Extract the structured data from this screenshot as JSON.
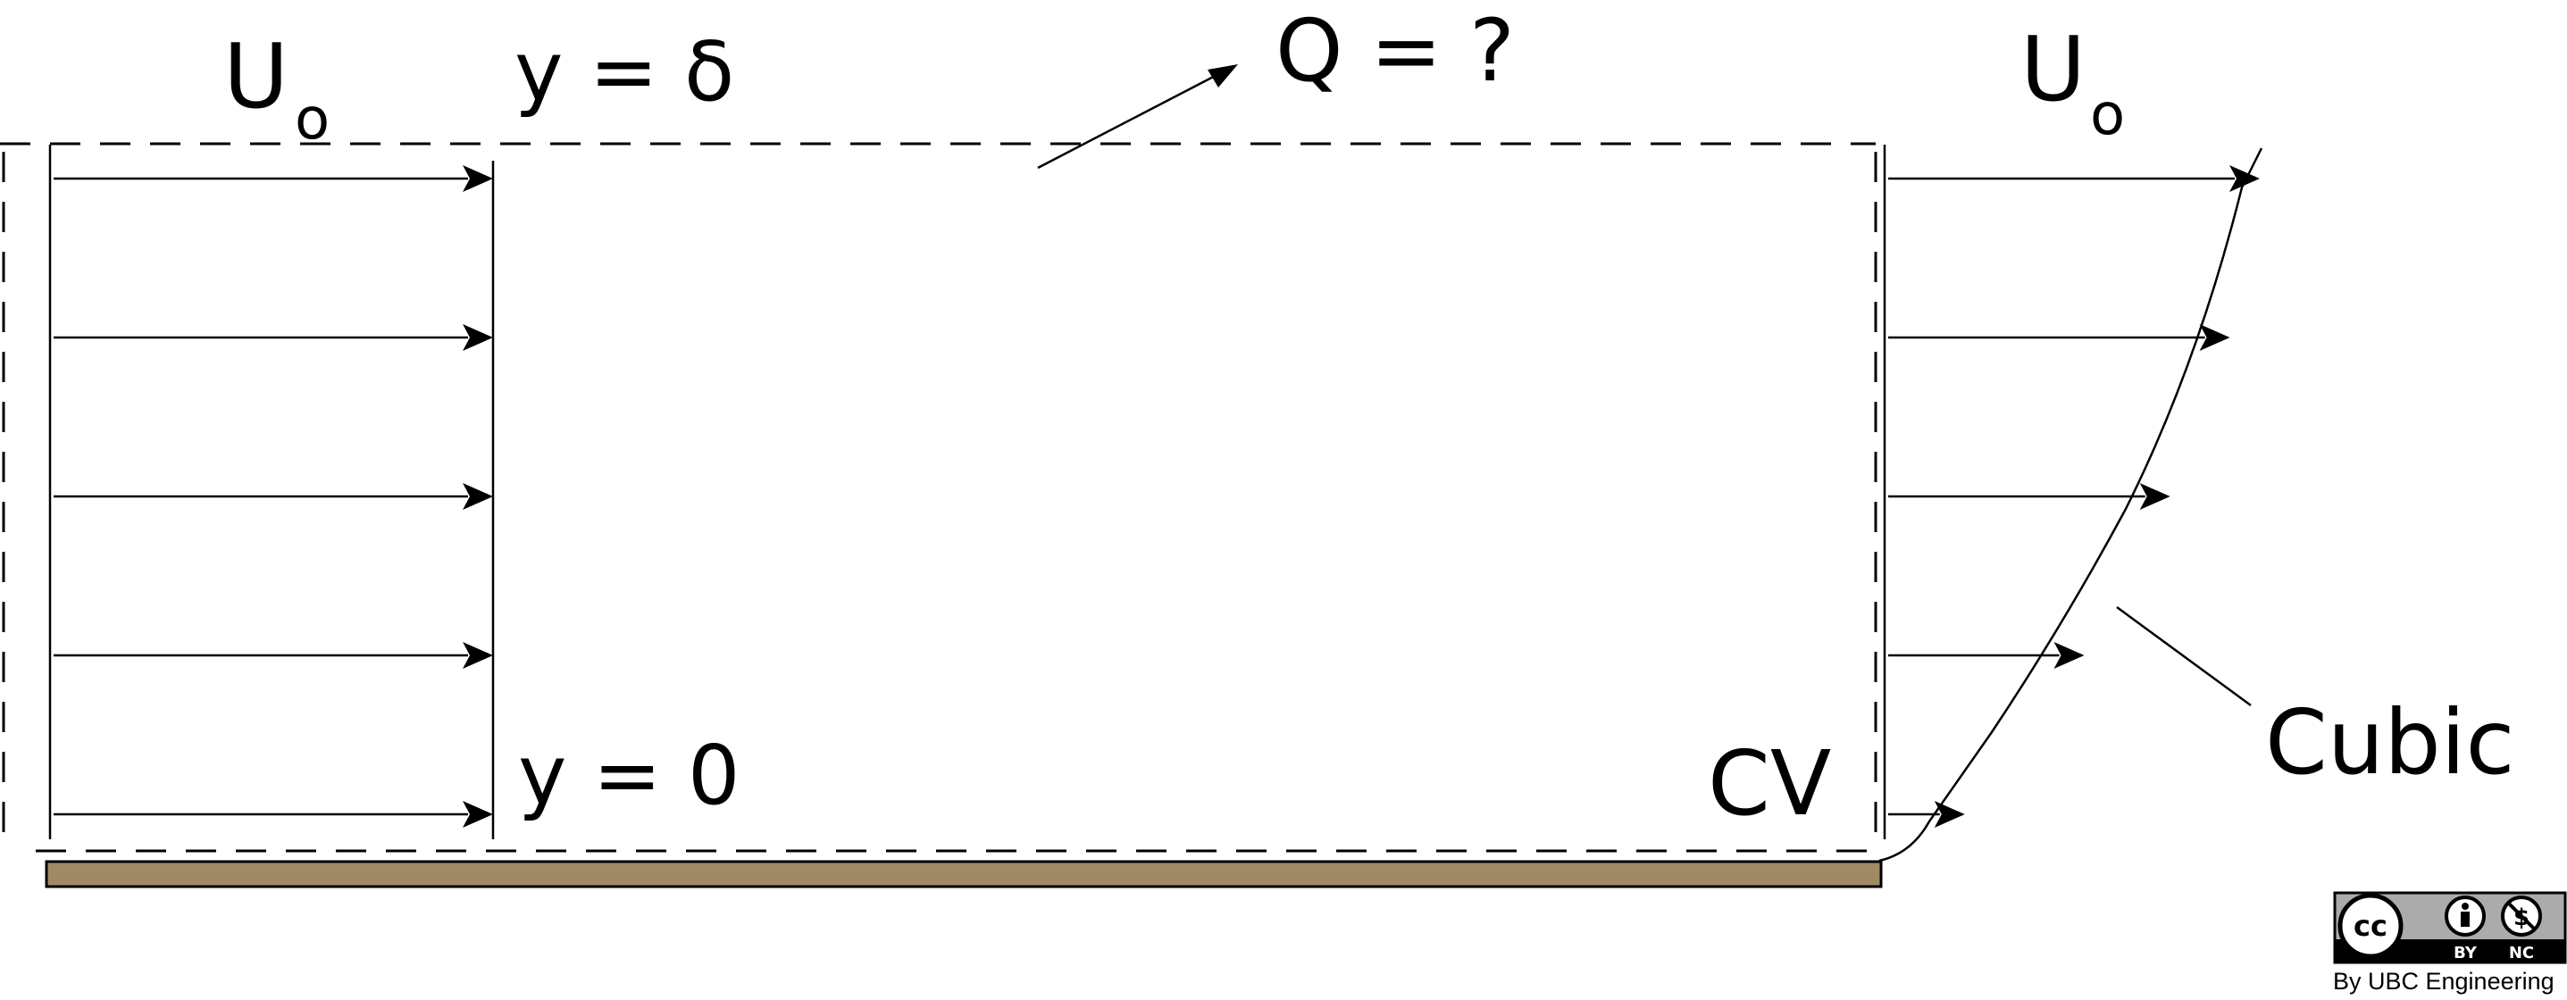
{
  "labels": {
    "u_left": "U",
    "u_left_sub": "o",
    "u_right": "U",
    "u_right_sub": "o",
    "y_top": "y = δ",
    "y_bottom": "y = 0",
    "q": "Q = ?",
    "cv": "CV",
    "profile": "Cubic"
  },
  "license": {
    "cc": "cc",
    "by": "BY",
    "nc": "NC",
    "credit": "By UBC Engineering"
  },
  "colors": {
    "plate": "#a08a66",
    "ink": "#000000"
  },
  "profiles": {
    "inlet": "uniform",
    "outlet": "cubic",
    "outlet_arrow_fraction": [
      1.0,
      0.92,
      0.76,
      0.53,
      0.21,
      0.0
    ]
  }
}
